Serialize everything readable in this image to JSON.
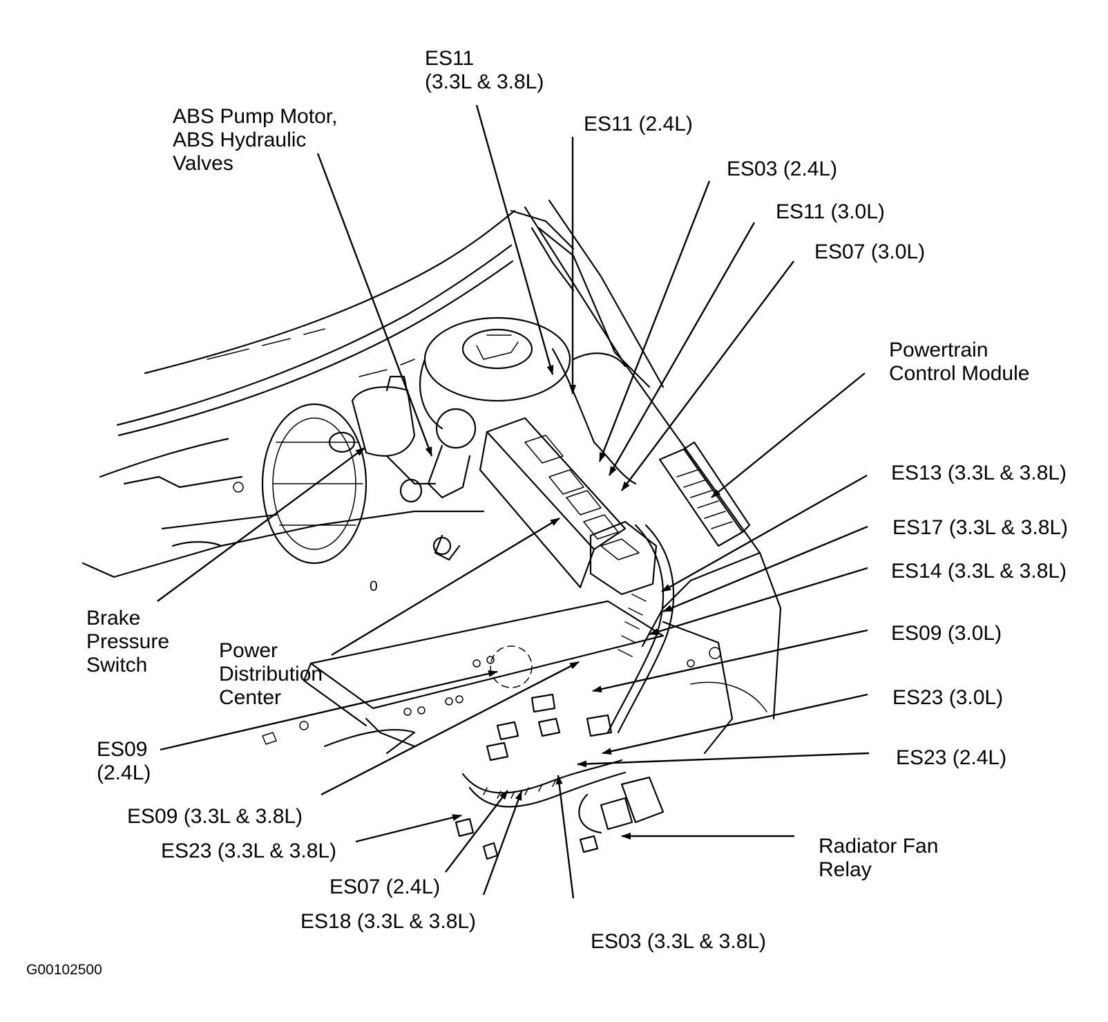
{
  "labels": {
    "es11_33_38": [
      "ES11",
      "(3.3L & 3.8L)"
    ],
    "abs": [
      "ABS Pump Motor,",
      "ABS Hydraulic",
      "Valves"
    ],
    "es11_24": "ES11 (2.4L)",
    "es03_24": "ES03 (2.4L)",
    "es11_30": "ES11 (3.0L)",
    "es07_30": "ES07 (3.0L)",
    "pcm": [
      "Powertrain",
      "Control Module"
    ],
    "es13": "ES13 (3.3L & 3.8L)",
    "es17": "ES17 (3.3L & 3.8L)",
    "es14": "ES14 (3.3L & 3.8L)",
    "es09_30": "ES09 (3.0L)",
    "es23_30": "ES23 (3.0L)",
    "es23_24": "ES23 (2.4L)",
    "radiator": [
      "Radiator Fan",
      "Relay"
    ],
    "brake": [
      "Brake",
      "Pressure",
      "Switch"
    ],
    "pdc": [
      "Power",
      "Distribution",
      "Center"
    ],
    "es09_24": [
      "ES09",
      "(2.4L)"
    ],
    "es09_33_38": "ES09 (3.3L & 3.8L)",
    "es23_33_38": "ES23 (3.3L & 3.8L)",
    "es07_24": "ES07 (2.4L)",
    "es18": "ES18 (3.3L & 3.8L)",
    "es03_33_38": "ES03 (3.3L & 3.8L)"
  },
  "figure_code": "G00102500"
}
